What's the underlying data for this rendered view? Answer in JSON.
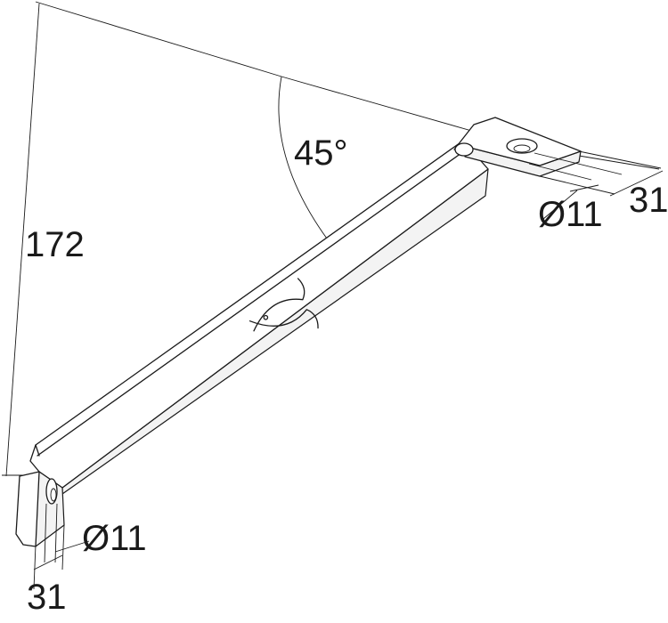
{
  "dimensions": {
    "height": "172",
    "angle": "45°",
    "hole_top": "Ø11",
    "width_top": "31",
    "hole_bottom": "Ø11",
    "width_bottom": "31"
  },
  "icons": {
    "logo": "fish-logo-icon"
  }
}
